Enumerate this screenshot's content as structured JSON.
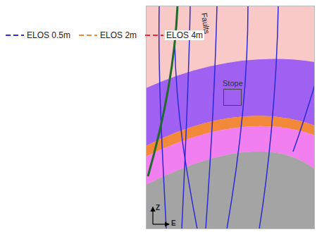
{
  "diagram": {
    "nodes": [
      {
        "text": [
          "Stope"
        ]
      }
    ],
    "labels": [
      "Faults",
      "Z",
      "E"
    ],
    "legend": [
      {
        "text": "ELOS 0.5m"
      },
      {
        "text": "ELOS 2m"
      },
      {
        "text": "ELOS 4m"
      }
    ]
  }
}
